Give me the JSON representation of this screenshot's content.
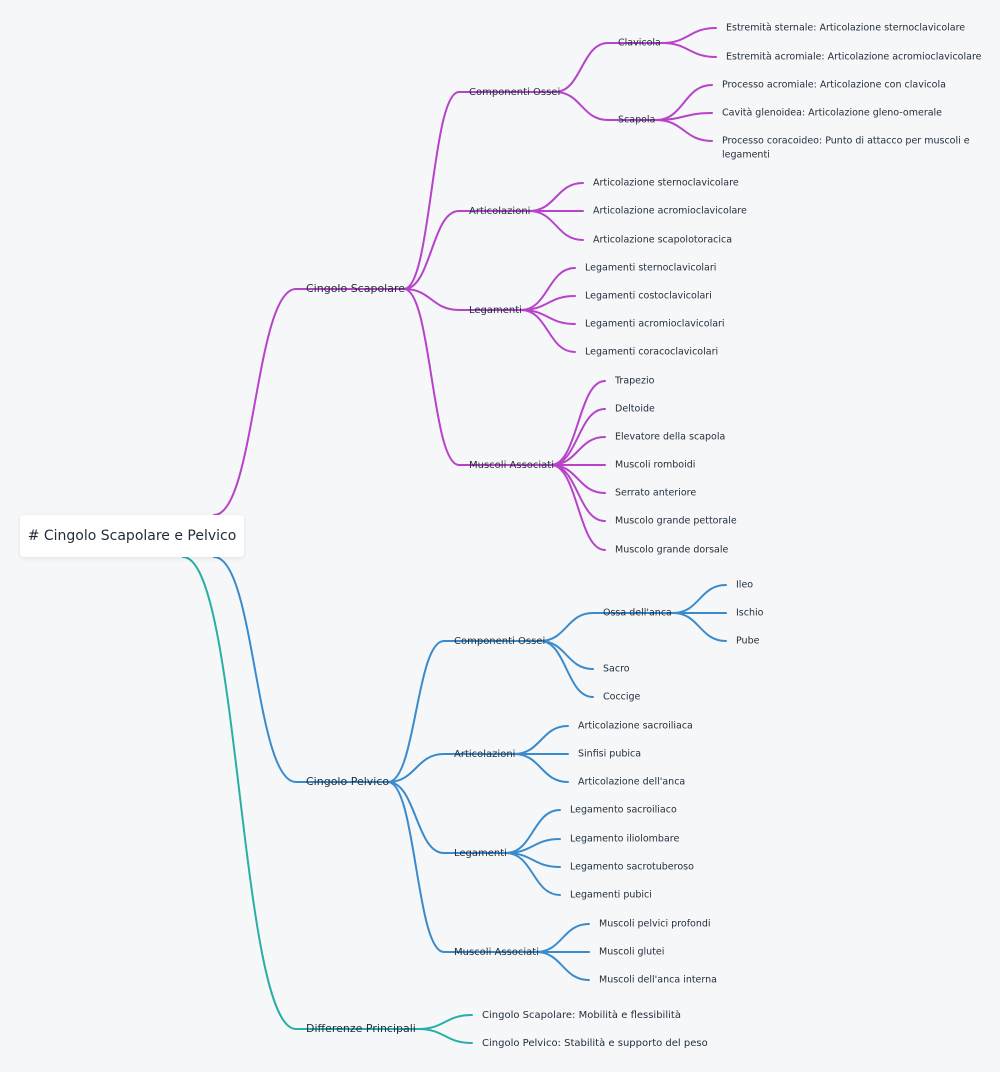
{
  "mindmap": {
    "root": {
      "label": "# Cingolo Scapolare e Pelvico"
    },
    "colors": {
      "scapolare": "#b743c9",
      "pelvico": "#3b8bcc",
      "differenze": "#2aaea5"
    },
    "branches": [
      {
        "key": "scapolare",
        "label": "Cingolo Scapolare",
        "children": [
          {
            "label": "Componenti Ossei",
            "children": [
              {
                "label": "Clavicola",
                "children": [
                  {
                    "label": "Estremità sternale: Articolazione sternoclavicolare"
                  },
                  {
                    "label": "Estremità acromiale: Articolazione acromioclavicolare"
                  }
                ]
              },
              {
                "label": "Scapola",
                "children": [
                  {
                    "label": "Processo acromiale: Articolazione con clavicola"
                  },
                  {
                    "label": "Cavità glenoidea: Articolazione gleno-omerale"
                  },
                  {
                    "label": "Processo coracoideo: Punto di attacco per muscoli e",
                    "label2": "legamenti"
                  }
                ]
              }
            ]
          },
          {
            "label": "Articolazioni",
            "children": [
              {
                "label": "Articolazione sternoclavicolare"
              },
              {
                "label": "Articolazione acromioclavicolare"
              },
              {
                "label": "Articolazione scapolotoracica"
              }
            ]
          },
          {
            "label": "Legamenti",
            "children": [
              {
                "label": "Legamenti sternoclavicolari"
              },
              {
                "label": "Legamenti costoclavicolari"
              },
              {
                "label": "Legamenti acromioclavicolari"
              },
              {
                "label": "Legamenti coracoclavicolari"
              }
            ]
          },
          {
            "label": "Muscoli Associati",
            "children": [
              {
                "label": "Trapezio"
              },
              {
                "label": "Deltoide"
              },
              {
                "label": "Elevatore della scapola"
              },
              {
                "label": "Muscoli romboidi"
              },
              {
                "label": "Serrato anteriore"
              },
              {
                "label": "Muscolo grande pettorale"
              },
              {
                "label": "Muscolo grande dorsale"
              }
            ]
          }
        ]
      },
      {
        "key": "pelvico",
        "label": "Cingolo Pelvico",
        "children": [
          {
            "label": "Componenti Ossei",
            "children": [
              {
                "label": "Ossa dell'anca",
                "children": [
                  {
                    "label": "Ileo"
                  },
                  {
                    "label": "Ischio"
                  },
                  {
                    "label": "Pube"
                  }
                ]
              },
              {
                "label": "Sacro"
              },
              {
                "label": "Coccige"
              }
            ]
          },
          {
            "label": "Articolazioni",
            "children": [
              {
                "label": "Articolazione sacroiliaca"
              },
              {
                "label": "Sinfisi pubica"
              },
              {
                "label": "Articolazione dell'anca"
              }
            ]
          },
          {
            "label": "Legamenti",
            "children": [
              {
                "label": "Legamento sacroiliaco"
              },
              {
                "label": "Legamento iliolombare"
              },
              {
                "label": "Legamento sacrotuberoso"
              },
              {
                "label": "Legamenti pubici"
              }
            ]
          },
          {
            "label": "Muscoli Associati",
            "children": [
              {
                "label": "Muscoli pelvici profondi"
              },
              {
                "label": "Muscoli glutei"
              },
              {
                "label": "Muscoli dell'anca interna"
              }
            ]
          }
        ]
      },
      {
        "key": "differenze",
        "label": "Differenze Principali",
        "children": [
          {
            "label": "Cingolo Scapolare: Mobilità e flessibilità"
          },
          {
            "label": "Cingolo Pelvico: Stabilità e supporto del peso"
          }
        ]
      }
    ]
  }
}
